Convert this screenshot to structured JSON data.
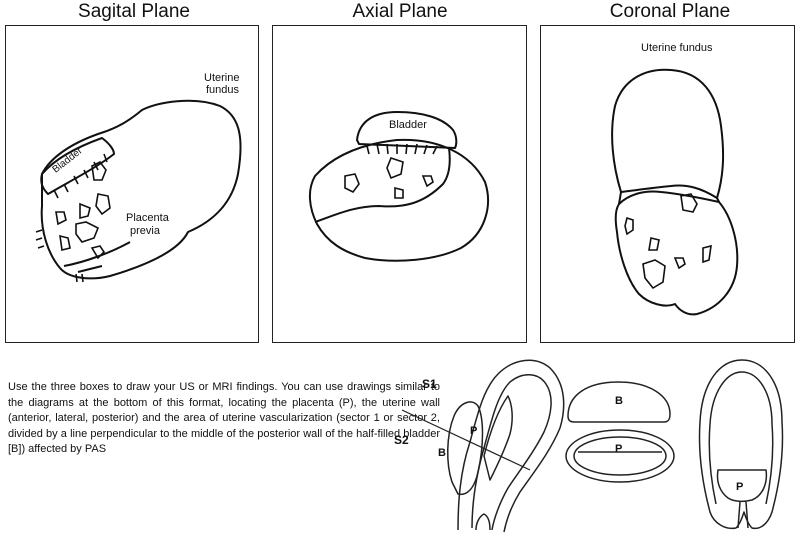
{
  "titles": {
    "sagittal": "Sagital Plane",
    "axial": "Axial Plane",
    "coronal": "Coronal Plane"
  },
  "sagittal": {
    "uterine_fundus_1": "Uterine",
    "uterine_fundus_2": "fundus",
    "bladder": "Bladder",
    "placenta_1": "Placenta",
    "placenta_2": "previa"
  },
  "axial": {
    "bladder": "Bladder"
  },
  "coronal": {
    "uterine_fundus": "Uterine fundus"
  },
  "instructions": "Use the three boxes to draw your US or MRI findings. You can use drawings similar to the diagrams at the bottom of this format, locating the placenta (P), the uterine wall (anterior, lateral, posterior) and the area of uterine vascularization (sector 1 or sector 2, divided by a line perpendicular to the middle of the posterior wall of the half-filled bladder [B]) affected by PAS",
  "schematics": {
    "s1": "S1",
    "s2": "S2",
    "sag_b": "B",
    "sag_p": "P",
    "ax_b": "B",
    "ax_p": "P",
    "cor_p": "P"
  }
}
